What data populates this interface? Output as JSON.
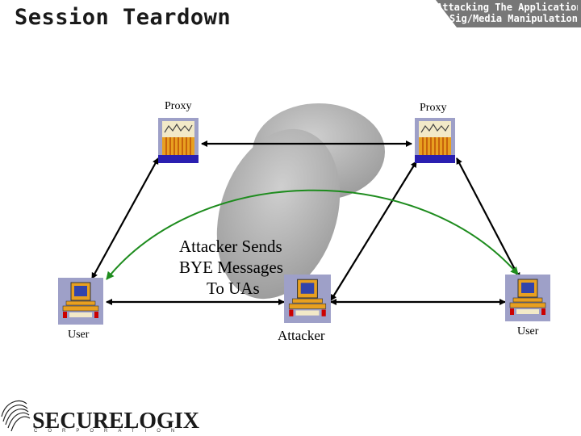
{
  "slide": {
    "title": "Session Teardown",
    "banner_line1": "Attacking The Application",
    "banner_line2": "Sig/Media Manipulation"
  },
  "nodes": {
    "proxy_left": "Proxy",
    "proxy_right": "Proxy",
    "user_left": "User",
    "user_right": "User",
    "attacker": "Attacker"
  },
  "annotation": {
    "line1": "Attacker Sends",
    "line2": "BYE Messages",
    "line3": "To UAs"
  },
  "logo": {
    "name": "SECURELOGIX",
    "subtitle": "CORPORATION"
  },
  "colors": {
    "banner": "#777777",
    "green_arc": "#1e8c1e",
    "cloud": "#a8a8a8"
  }
}
